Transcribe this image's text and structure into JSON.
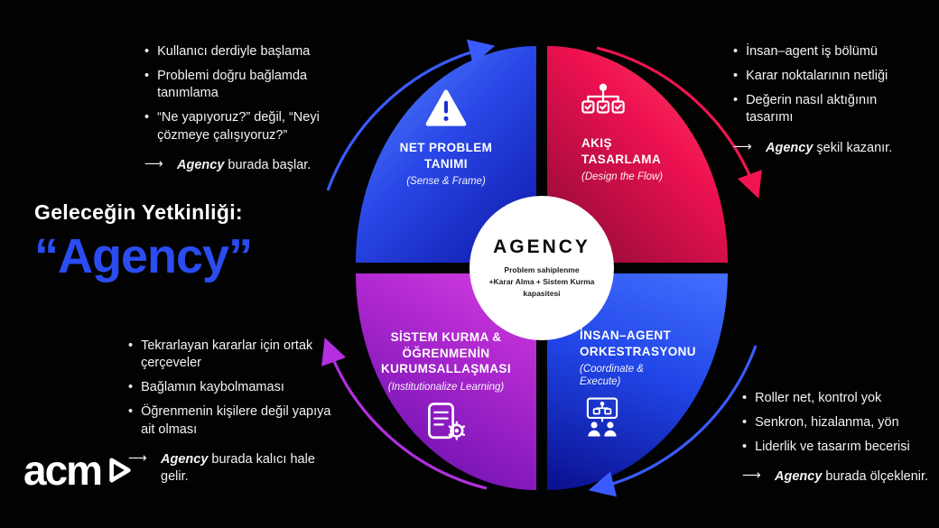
{
  "ui": {
    "bullet_glyph": "•",
    "arrow_glyph": "⟶"
  },
  "colors": {
    "background": "#020202",
    "accent_blue": "#2b4cf0",
    "quadrant_blue": "#2a48e8",
    "quadrant_red": "#ee1150",
    "quadrant_purple": "#b52bd2",
    "quadrant_navy_blue": "#2146e8",
    "center_circle": "#ffffff"
  },
  "headline": {
    "kicker": "Geleceğin Yetkinliği:",
    "title": "“Agency”"
  },
  "center": {
    "title": "AGENCY",
    "sub_lines": [
      "Problem sahiplenme",
      "+Karar Alma + Sistem Kurma",
      "kapasitesi"
    ]
  },
  "quadrants": {
    "problem": {
      "title": "NET PROBLEM TANIMI",
      "subtitle": "(Sense & Frame)",
      "icon": "warning-triangle-icon"
    },
    "flow": {
      "title": "AKIŞ TASARLAMA",
      "subtitle": "(Design the Flow)",
      "icon": "flow-diagram-icon"
    },
    "system": {
      "title": "SİSTEM KURMA & ÖĞRENMENİN KURUMSALLAŞMASI",
      "subtitle": "(Institutionalize Learning)",
      "icon": "checklist-gear-icon"
    },
    "orchestration": {
      "title": "İNSAN–AGENT ORKESTRASYONU",
      "subtitle": "(Coordinate & Execute)",
      "icon": "board-people-icon"
    }
  },
  "notes": {
    "problem": {
      "bullets": [
        "Kullanıcı derdiyle başlama",
        "Problemi doğru bağlamda tanımlama",
        "“Ne yapıyoruz?” değil, “Neyi çözmeye çalışıyoruz?”"
      ],
      "arrow_bold": "Agency",
      "arrow_rest": "burada başlar."
    },
    "flow": {
      "bullets": [
        "İnsan–agent iş bölümü",
        "Karar noktalarının netliği",
        "Değerin nasıl aktığının tasarımı"
      ],
      "arrow_bold": "Agency",
      "arrow_rest": "şekil kazanır."
    },
    "system": {
      "bullets": [
        "Tekrarlayan kararlar için ortak çerçeveler",
        "Bağlamın kaybolmaması",
        "Öğrenmenin kişilere değil yapıya ait olması"
      ],
      "arrow_bold": "Agency",
      "arrow_rest": "burada kalıcı hale gelir."
    },
    "orchestration": {
      "bullets": [
        "Roller net, kontrol yok",
        "Senkron, hizalanma, yön",
        "Liderlik ve tasarım becerisi"
      ],
      "arrow_bold": "Agency",
      "arrow_rest": "burada ölçeklenir."
    }
  },
  "logo": {
    "text": "acm",
    "icon": "play-outline-icon"
  }
}
